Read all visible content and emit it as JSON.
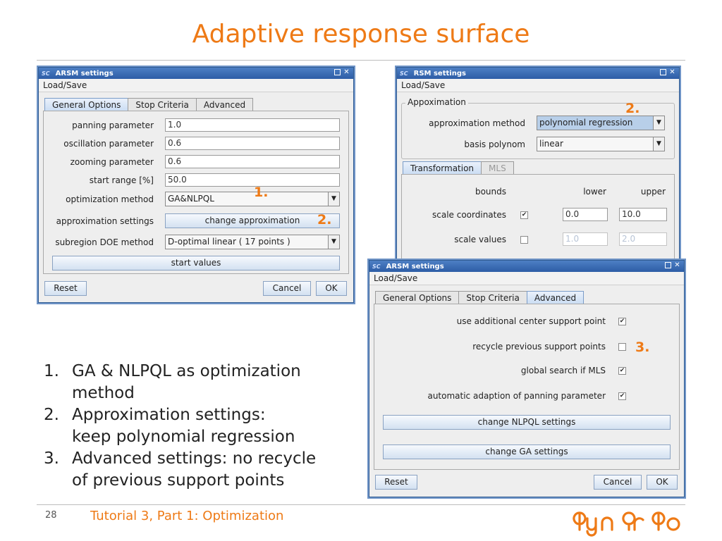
{
  "slide": {
    "title": "Adaptive response surface",
    "page_number": "28",
    "footer": "Tutorial 3, Part 1: Optimization",
    "logo_text": "dynardo",
    "accent_color": "#ee7a16"
  },
  "arsm_window": {
    "title": "ARSM settings",
    "app_badge": "SC",
    "menu": "Load/Save",
    "tabs": [
      "General Options",
      "Stop Criteria",
      "Advanced"
    ],
    "fields": [
      {
        "label": "panning parameter",
        "value": "1.0"
      },
      {
        "label": "oscillation parameter",
        "value": "0.6"
      },
      {
        "label": "zooming parameter",
        "value": "0.6"
      },
      {
        "label": "start range [%]",
        "value": "50.0"
      }
    ],
    "optimization_method": {
      "label": "optimization method",
      "value": "GA&NLPQL"
    },
    "approximation": {
      "label": "approximation settings",
      "button": "change approximation"
    },
    "doe": {
      "label": "subregion DOE method",
      "value": "D-optimal linear ( 17 points )"
    },
    "start_values": "start values",
    "reset": "Reset",
    "cancel": "Cancel",
    "ok": "OK",
    "marker1": "1.",
    "marker2": "2."
  },
  "rsm_window": {
    "title": "RSM settings",
    "app_badge": "SC",
    "menu": "Load/Save",
    "group_title": "Appoximation",
    "marker": "2.",
    "approx_method": {
      "label": "approximation method",
      "value": "polynomial regression"
    },
    "basis": {
      "label": "basis polynom",
      "value": "linear"
    },
    "tabs": [
      "Transformation",
      "MLS"
    ],
    "headers": {
      "bounds": "bounds",
      "lower": "lower",
      "upper": "upper"
    },
    "scale_coordinates": {
      "label": "scale coordinates",
      "checked": true,
      "lower": "0.0",
      "upper": "10.0"
    },
    "scale_values": {
      "label": "scale values",
      "checked": false,
      "lower": "1.0",
      "upper": "2.0"
    }
  },
  "arsm_advanced_window": {
    "title": "ARSM settings",
    "app_badge": "SC",
    "menu": "Load/Save",
    "tabs": [
      "General Options",
      "Stop Criteria",
      "Advanced"
    ],
    "options": [
      {
        "label": "use additional center support point",
        "checked": true
      },
      {
        "label": "recycle previous support points",
        "checked": false
      },
      {
        "label": "global search if MLS",
        "checked": true
      },
      {
        "label": "automatic adaption of panning parameter",
        "checked": true
      }
    ],
    "marker": "3.",
    "nlpql_button": "change NLPQL settings",
    "ga_button": "change GA settings",
    "reset": "Reset",
    "cancel": "Cancel",
    "ok": "OK"
  },
  "bullets": [
    {
      "num": "1.",
      "lines": [
        "GA & NLPQL as optimization",
        "method"
      ]
    },
    {
      "num": "2.",
      "lines": [
        "Approximation settings:",
        "keep polynomial regression"
      ]
    },
    {
      "num": "3.",
      "lines": [
        "Advanced settings: no recycle",
        "of previous support points"
      ]
    }
  ]
}
